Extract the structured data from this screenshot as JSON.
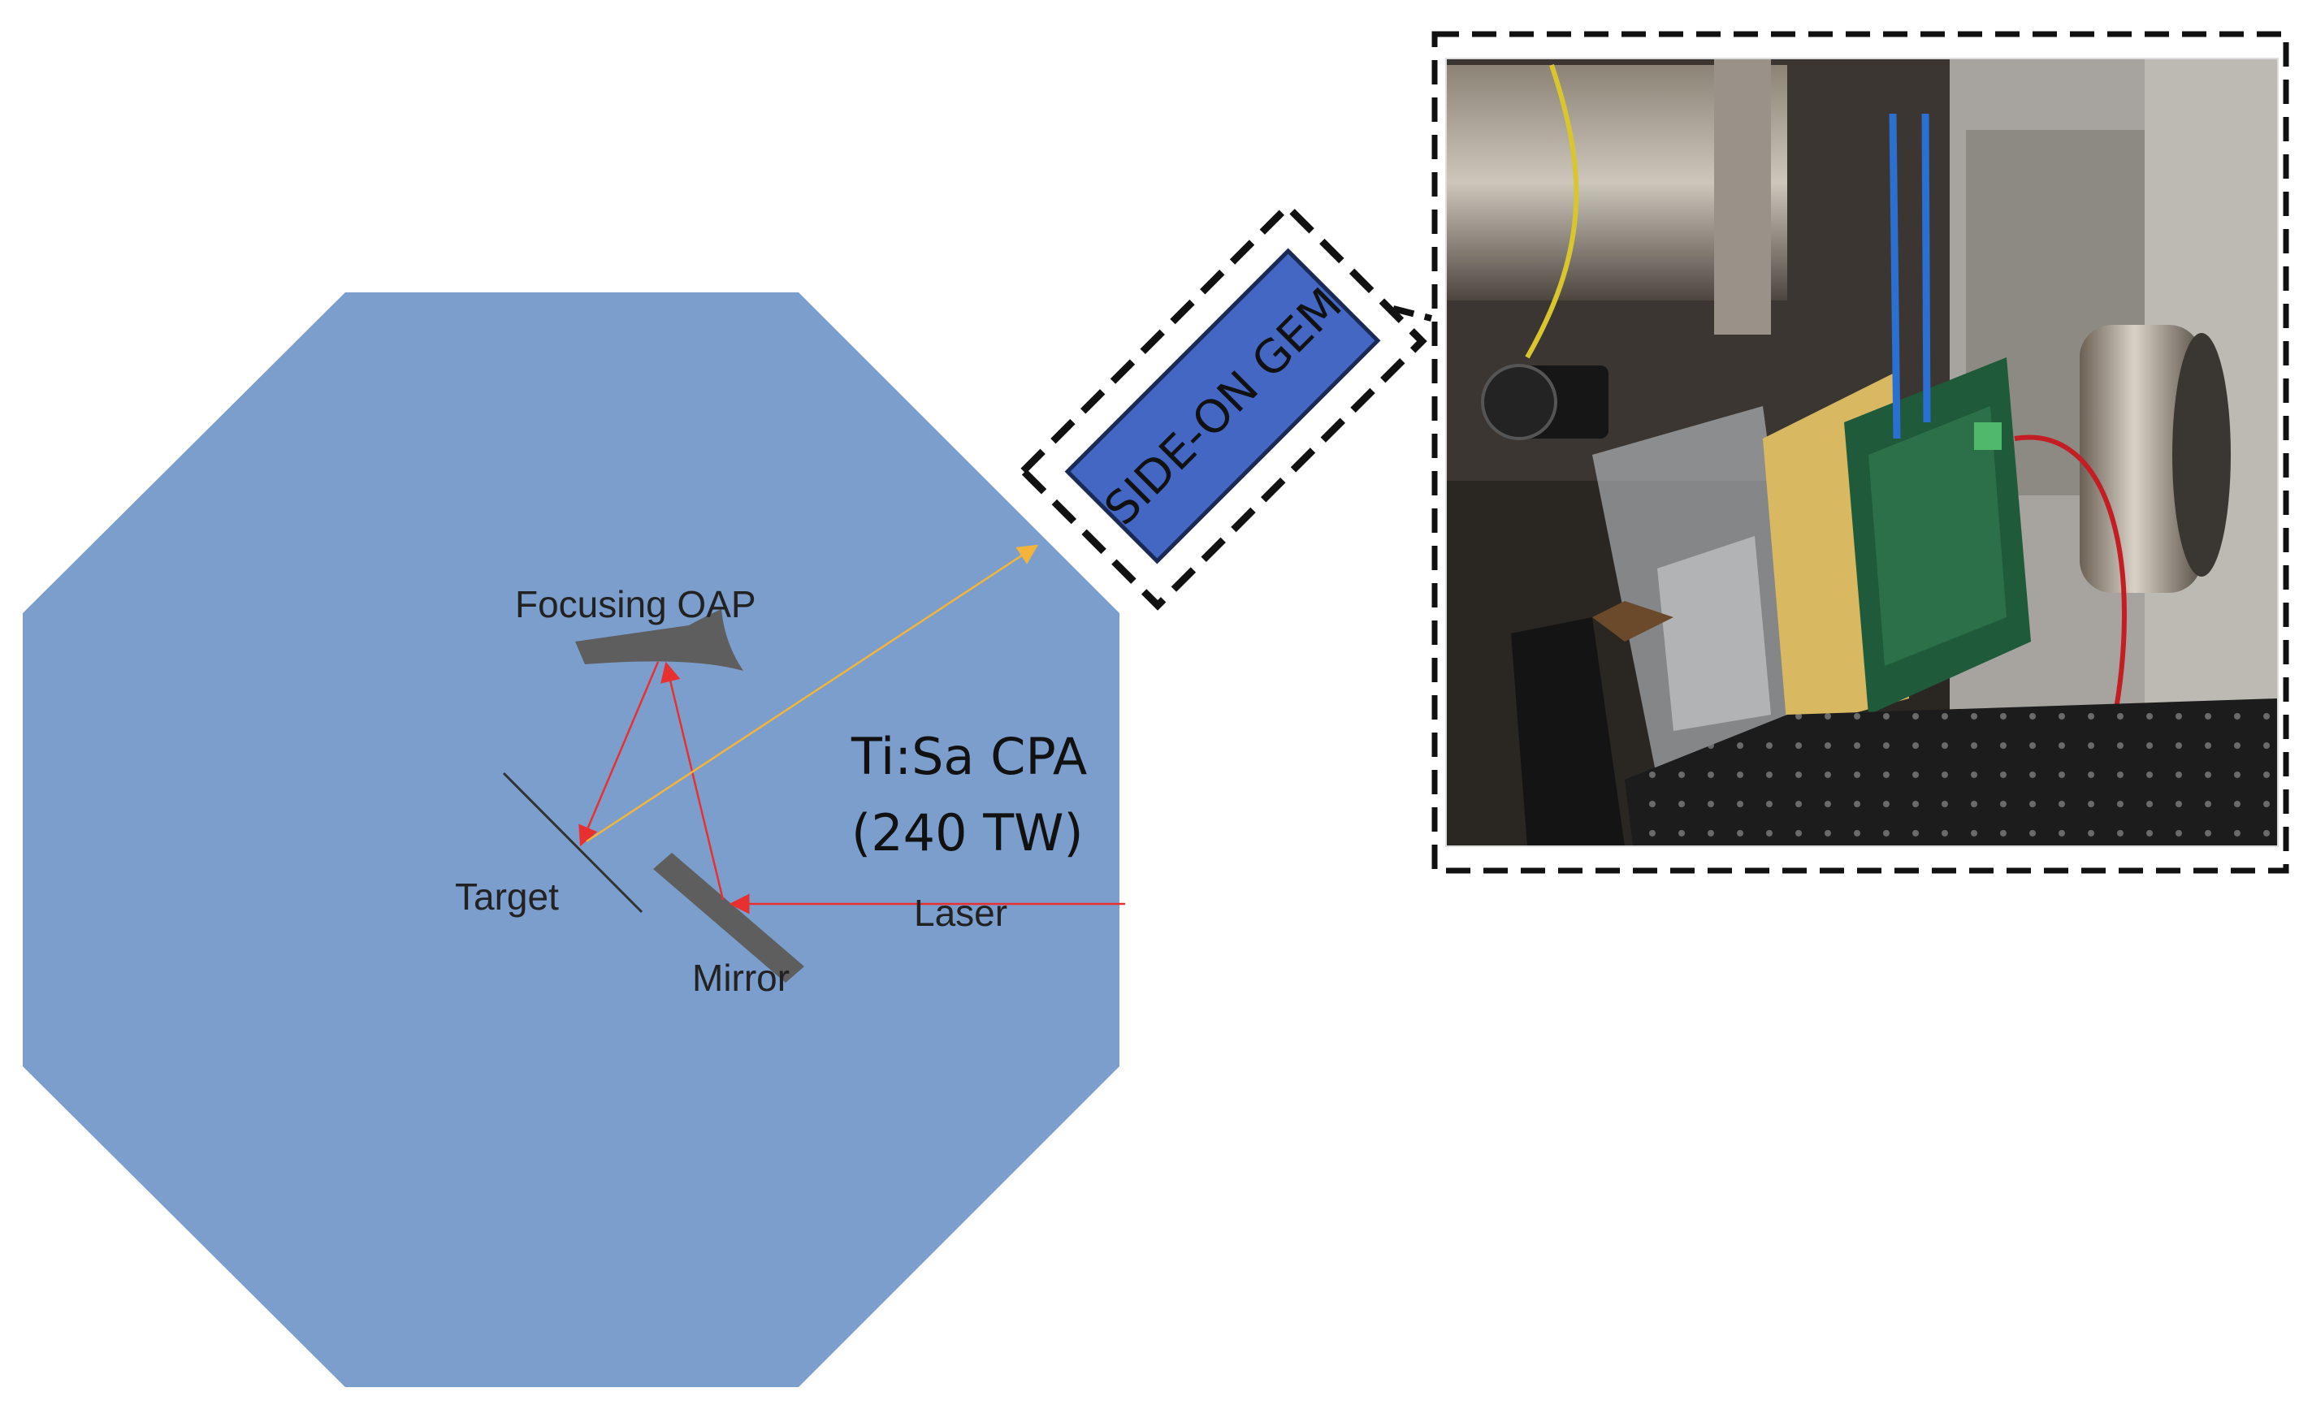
{
  "diagram": {
    "labels": {
      "focusing_oap": "Focusing OAP",
      "target": "Target",
      "mirror": "Mirror",
      "laser": "Laser",
      "source_line1": "Ti:Sa CPA",
      "source_line2": "(240 TW)",
      "detector": "SIDE-ON GEM"
    },
    "colors": {
      "chamber": "#7b9ecc",
      "detector_box": "#4467c4",
      "laser_beam": "#e83030",
      "signal_beam": "#f2b53a",
      "optics": "#5e5e5e",
      "frame": "#111111"
    },
    "photo": {
      "description_icon": "photo-of-detector-setup"
    }
  }
}
